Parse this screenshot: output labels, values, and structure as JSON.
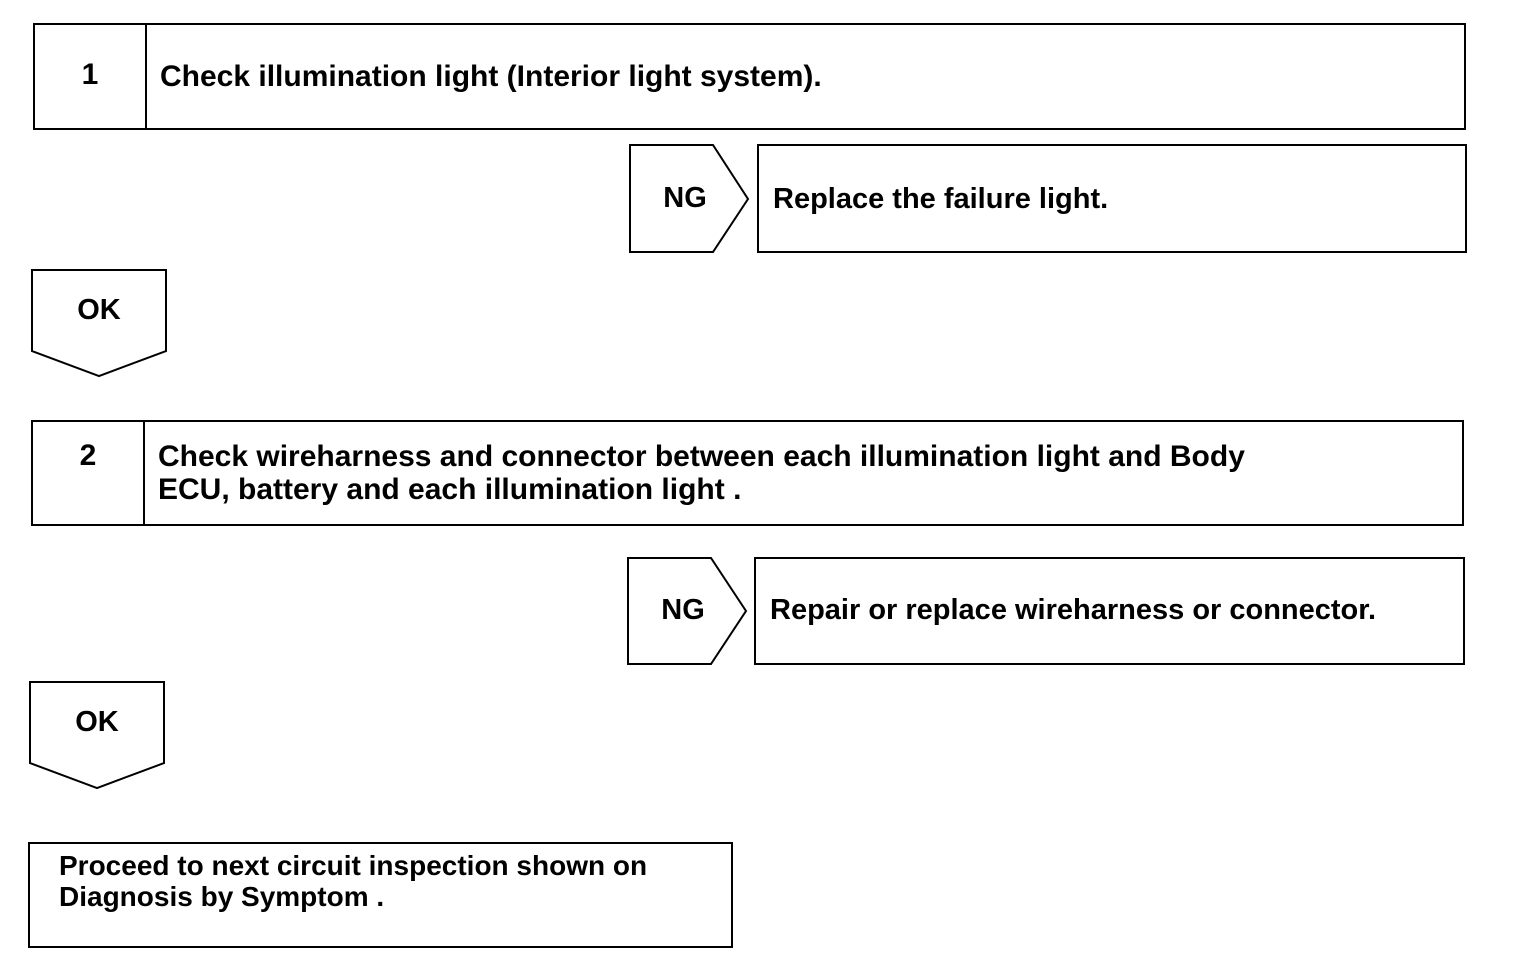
{
  "steps": [
    {
      "number": "1",
      "text": "Check illumination light (Interior light system).",
      "ng_label": "NG",
      "ng_action": "Replace the failure light.",
      "ok_label": "OK"
    },
    {
      "number": "2",
      "text_line1": "Check wireharness and connector between each illumination light and Body",
      "text_line2": "ECU, battery and each illumination light .",
      "ng_label": "NG",
      "ng_action": "Repair or replace wireharness or connector.",
      "ok_label": "OK"
    }
  ],
  "final": {
    "line1": "Proceed to next circuit inspection shown on",
    "line2": "Diagnosis by Symptom ."
  }
}
